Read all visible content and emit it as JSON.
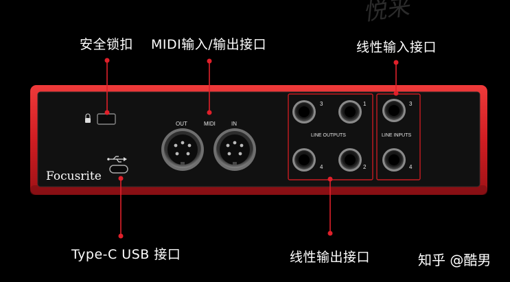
{
  "labels": {
    "security_lock": "安全锁扣",
    "midi_io": "MIDI输入/输出接口",
    "line_inputs_cn": "线性输入接口",
    "usb_c": "Type-C USB 接口",
    "line_outputs_cn": "线性输出接口"
  },
  "panel": {
    "brand": "Focusrite",
    "midi_out": "OUT",
    "midi_mid": "MIDI",
    "midi_in": "IN",
    "line_outputs": "LINE OUTPUTS",
    "line_inputs": "LINE INPUTS",
    "out_nums": [
      "3",
      "1",
      "4",
      "2"
    ],
    "in_nums": [
      "3",
      "4"
    ]
  },
  "watermark": "知乎 @酷男",
  "ghost_watermark": "悦来",
  "colors": {
    "background": "#000000",
    "chassis_red": "#d81e22",
    "panel_black": "#111111",
    "leader_red": "#e0202a",
    "text": "#ffffff"
  },
  "icons": [
    "lock-icon",
    "usb-icon"
  ]
}
